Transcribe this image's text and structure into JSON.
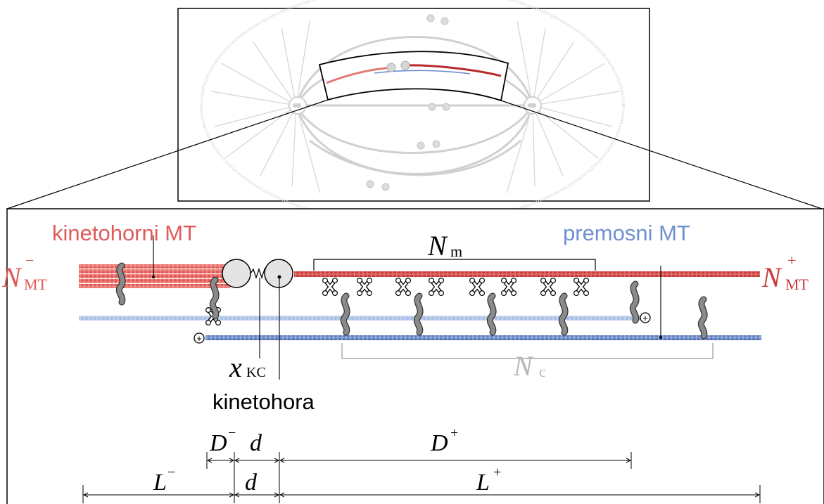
{
  "labels": {
    "kinetochore_mt": "kinetohorni MT",
    "bridging_mt": "premosni MT",
    "kinetochore": "kinetohora",
    "n_minus_base": "N",
    "n_minus_sub": "MT",
    "n_minus_sup": "−",
    "n_plus_base": "N",
    "n_plus_sub": "MT",
    "n_plus_sup": "+",
    "n_m_base": "N",
    "n_m_sub": "m",
    "n_c_base": "N",
    "n_c_sub": "c",
    "x_kc_base": "x",
    "x_kc_sub": "KC",
    "plus_sign": "⊕",
    "D_minus_base": "D",
    "D_minus_sup": "−",
    "d_upper": "d",
    "D_plus_base": "D",
    "D_plus_sup": "+",
    "L_minus_base": "L",
    "L_minus_sup": "−",
    "d_lower": "d",
    "L_plus_base": "L",
    "L_plus_sup": "+"
  },
  "colors": {
    "kinetochore_mt": "#e05a5a",
    "kinetochore_mt_light": "#f08a82",
    "bridging_mt": "#6f8fcf",
    "bridging_mt_light": "#a9c0e6",
    "bridging_mt_dark": "#5572b5",
    "gray_label": "#b5b5b5",
    "motor": "#8a8a8a",
    "spindle_gray": "#cfcfcf"
  }
}
